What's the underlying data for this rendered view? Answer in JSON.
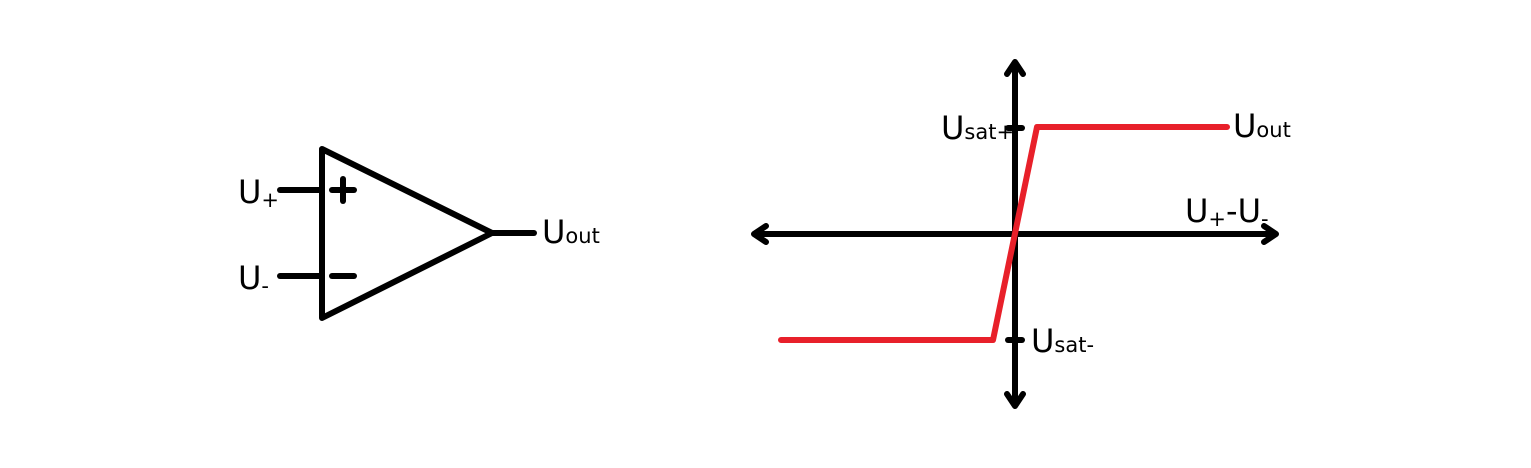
{
  "colors": {
    "stroke": "#000000",
    "transfer_curve": "#e8202a",
    "background": "#ffffff"
  },
  "opamp": {
    "plus_input": {
      "main": "U",
      "sub": "+"
    },
    "minus_input": {
      "main": "U",
      "sub": "-"
    },
    "output": {
      "main": "U",
      "sub": "out"
    },
    "plus_sign": "+",
    "minus_sign": "−"
  },
  "transfer_plot": {
    "x_axis_label": {
      "main1": "U",
      "sub1": "+",
      "main2": "-U",
      "sub2": "-"
    },
    "curve_label": {
      "main": "U",
      "sub": "out"
    },
    "upper_level": {
      "main": "U",
      "sub": "sat+"
    },
    "lower_level": {
      "main": "U",
      "sub": "sat-"
    }
  }
}
